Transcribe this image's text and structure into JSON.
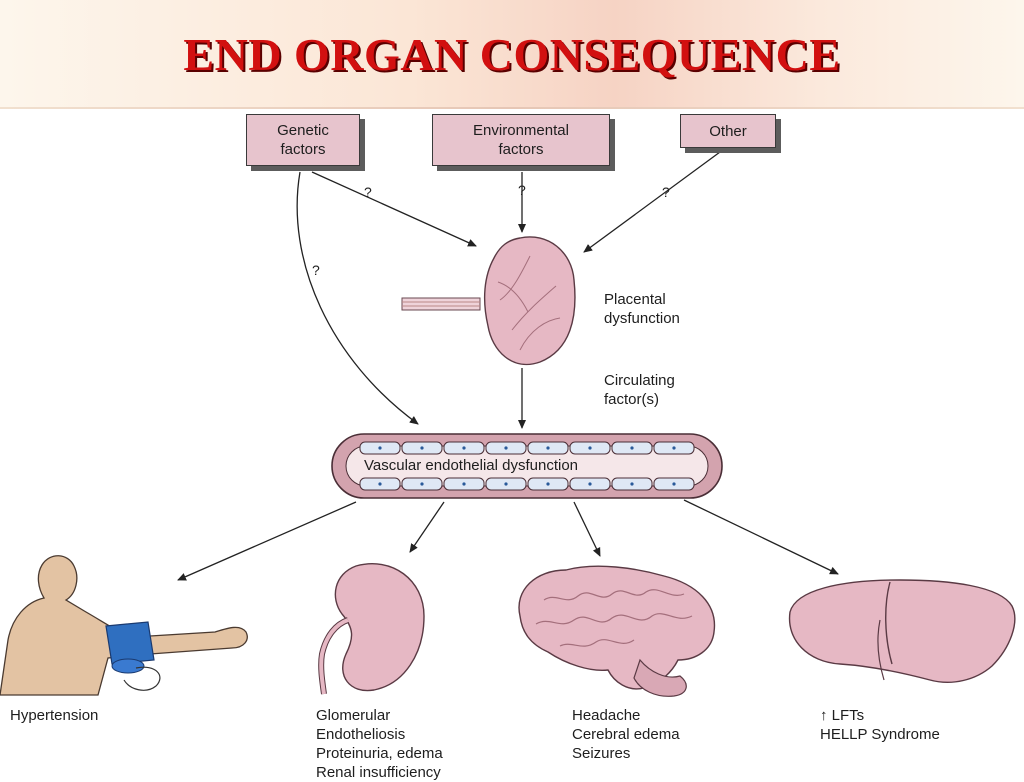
{
  "title": "END ORGAN CONSEQUENCE",
  "causes": {
    "genetic": [
      "Genetic",
      "factors"
    ],
    "environmental": [
      "Environmental",
      "factors"
    ],
    "other": "Other"
  },
  "question_mark": "?",
  "placental": [
    "Placental",
    "dysfunction"
  ],
  "circulating": [
    "Circulating",
    "factor(s)"
  ],
  "vessel_label": "Vascular endothelial dysfunction",
  "outcomes": {
    "hypertension": "Hypertension",
    "kidney": [
      "Glomerular",
      "Endotheliosis",
      "Proteinuria, edema",
      "Renal insufficiency"
    ],
    "brain": [
      "Headache",
      "Cerebral edema",
      "Seizures"
    ],
    "liver": [
      "↑ LFTs",
      "HELLP Syndrome"
    ]
  },
  "colors": {
    "title": "#d21010",
    "box_fill": "#e7c4cd",
    "organ_fill": "#e9bcc8",
    "organ_stroke": "#5a3a44",
    "skin": "#e3c3a3",
    "cuff": "#2f6fc0"
  }
}
